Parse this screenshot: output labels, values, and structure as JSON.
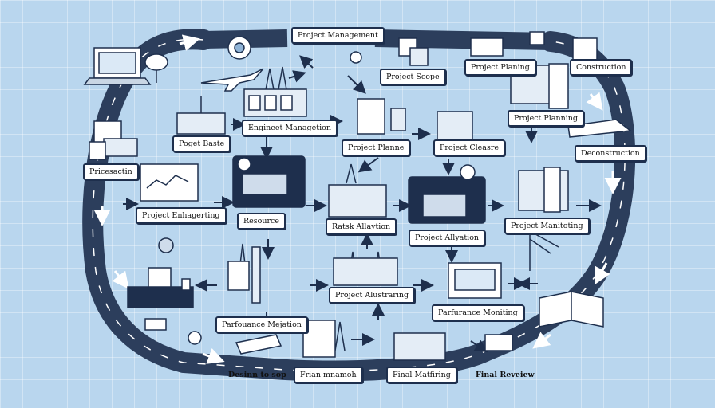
{
  "labels": {
    "project_management": "Project Management",
    "project_scope": "Project Scope",
    "project_planing_top": "Project Planing",
    "construction": "Construction",
    "engineer_management": "Engineet Managetion",
    "project_planning_mid": "Project Planne",
    "project_closure": "Project Cleasre",
    "project_planning_right": "Project Planning",
    "poget_baste": "Poget Baste",
    "preparation": "Pricesactin",
    "deconstruction": "Deconstruction",
    "project_engineering": "Project Enhagerting",
    "resource": "Resource",
    "risk_allocation": "Ratsk Allaytion",
    "project_allocation": "Project Allyation",
    "project_monitoring": "Project Manitoting",
    "project_administrating": "Project Alustraring",
    "performance_monitoring": "Parfurance Moniting",
    "performance_migration": "Parfouance Mejation",
    "design_to_sop": "Desinn to sop",
    "final_maintenance": "Frian mnamoh",
    "final_matching": "Final Matfiring",
    "final_review": "Final Reveiew"
  },
  "colors": {
    "background": "#b9d6ee",
    "road": "#2c3e5c",
    "outline": "#1e2f4d",
    "label_fill": "#ffffff"
  }
}
